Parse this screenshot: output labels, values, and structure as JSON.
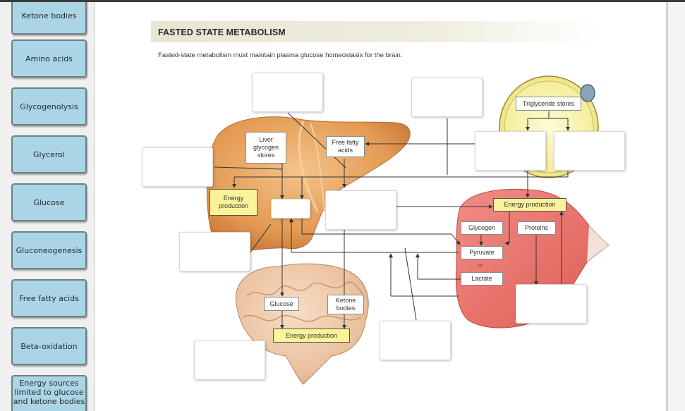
{
  "sidebar": {
    "tiles": [
      "Ketone bodies",
      "Amino acids",
      "Glycogenolysis",
      "Glycerol",
      "Glucose",
      "Gluconeogenesis",
      "Free fatty acids",
      "Beta-oxidation",
      "Energy sources limited to glucose and ketone bodies"
    ]
  },
  "header": {
    "title": "FASTED STATE METABOLISM",
    "subtitle": "Fasted-state metabolism must maintain plasma glucose homeostasis for the brain."
  },
  "labels": {
    "liver_glycogen": "Liver glycogen stores",
    "free_fatty_acids": "Free fatty acids",
    "energy_production_liver": "Energy production",
    "triglyceride_stores": "Triglyceride stores",
    "energy_production_muscle": "Energy production",
    "glycogen": "Glycogen",
    "proteins": "Proteins",
    "pyruvate": "Pyruvate",
    "or": "or",
    "lactate": "Lactate",
    "glucose_brain": "Glucose",
    "ketone_bodies_brain": "Ketone bodies",
    "energy_production_brain": "Energy production"
  },
  "colors": {
    "tile_fill": "#a9d5e6",
    "label_yellow": "#fbf39a",
    "liver": "#e9a25a",
    "adipocyte": "#f7f2a8",
    "muscle": "#e87770",
    "brain": "#f0c9a8"
  }
}
